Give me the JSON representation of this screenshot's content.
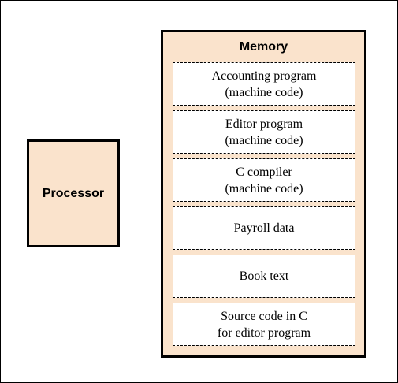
{
  "processor": {
    "label": "Processor"
  },
  "memory": {
    "title": "Memory",
    "slots": [
      {
        "line1": "Accounting program",
        "line2": "(machine code)"
      },
      {
        "line1": "Editor program",
        "line2": "(machine code)"
      },
      {
        "line1": "C compiler",
        "line2": "(machine code)"
      },
      {
        "line1": "Payroll data",
        "line2": ""
      },
      {
        "line1": "Book text",
        "line2": ""
      },
      {
        "line1": "Source code in C",
        "line2": "for editor program"
      }
    ]
  },
  "colors": {
    "box_fill": "#fae3cc",
    "outline": "#000000",
    "slot_fill": "#ffffff"
  }
}
